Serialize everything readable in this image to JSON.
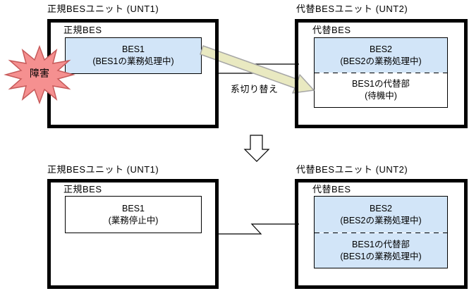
{
  "before": {
    "unit1": {
      "title": "正規BESユニット (UNT1)",
      "inner_label": "正規BES",
      "bes_box": {
        "line1": "BES1",
        "line2": "(BES1の業務処理中)"
      }
    },
    "unit2": {
      "title": "代替BESユニット (UNT2)",
      "inner_label": "代替BES",
      "bes2_section": {
        "line1": "BES2",
        "line2": "(BES2の業務処理中)"
      },
      "alt_section": {
        "line1": "BES1の代替部",
        "line2": "(待機中)"
      }
    },
    "failure_label": "障害",
    "switchover_label": "系切り替え"
  },
  "after": {
    "unit1": {
      "title": "正規BESユニット (UNT1)",
      "inner_label": "正規BES",
      "bes_box": {
        "line1": "BES1",
        "line2": "(業務停止中)"
      }
    },
    "unit2": {
      "title": "代替BESユニット (UNT2)",
      "inner_label": "代替BES",
      "bes2_section": {
        "line1": "BES2",
        "line2": "(BES2の業務処理中)"
      },
      "alt_section": {
        "line1": "BES1の代替部",
        "line2": "(BES1の業務処理中)"
      }
    }
  },
  "colors": {
    "active_fill": "#D2E5F8",
    "box_border": "#000000",
    "failure_fill": "#F59090",
    "failure_stroke": "#C75B5B",
    "switch_arrow_fill": "#E9E9C1",
    "switch_arrow_stroke": "#A6A6A6"
  }
}
